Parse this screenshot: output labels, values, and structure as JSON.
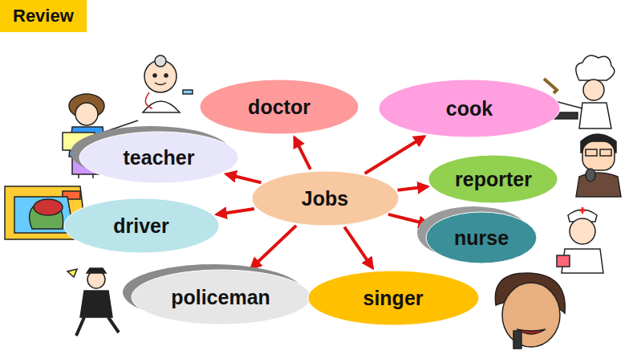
{
  "diagram": {
    "title": "Review",
    "nodes": [
      {
        "text": [
          "doctor"
        ]
      },
      {
        "text": [
          "cook"
        ]
      },
      {
        "text": [
          "teacher"
        ]
      },
      {
        "text": [
          "Jobs"
        ]
      },
      {
        "text": [
          "reporter"
        ]
      },
      {
        "text": [
          "driver"
        ]
      },
      {
        "text": [
          "nurse"
        ]
      },
      {
        "text": [
          "policeman"
        ]
      },
      {
        "text": [
          "singer"
        ]
      }
    ],
    "edges": [
      {
        "from": 3,
        "to": 0,
        "arrow": "to"
      },
      {
        "from": 3,
        "to": 1,
        "arrow": "to"
      },
      {
        "from": 3,
        "to": 2,
        "arrow": "to"
      },
      {
        "from": 3,
        "to": 4,
        "arrow": "to"
      },
      {
        "from": 3,
        "to": 5,
        "arrow": "to"
      },
      {
        "from": 3,
        "to": 6,
        "arrow": "to"
      },
      {
        "from": 3,
        "to": 7,
        "arrow": "to"
      },
      {
        "from": 3,
        "to": 8,
        "arrow": "to"
      }
    ]
  }
}
